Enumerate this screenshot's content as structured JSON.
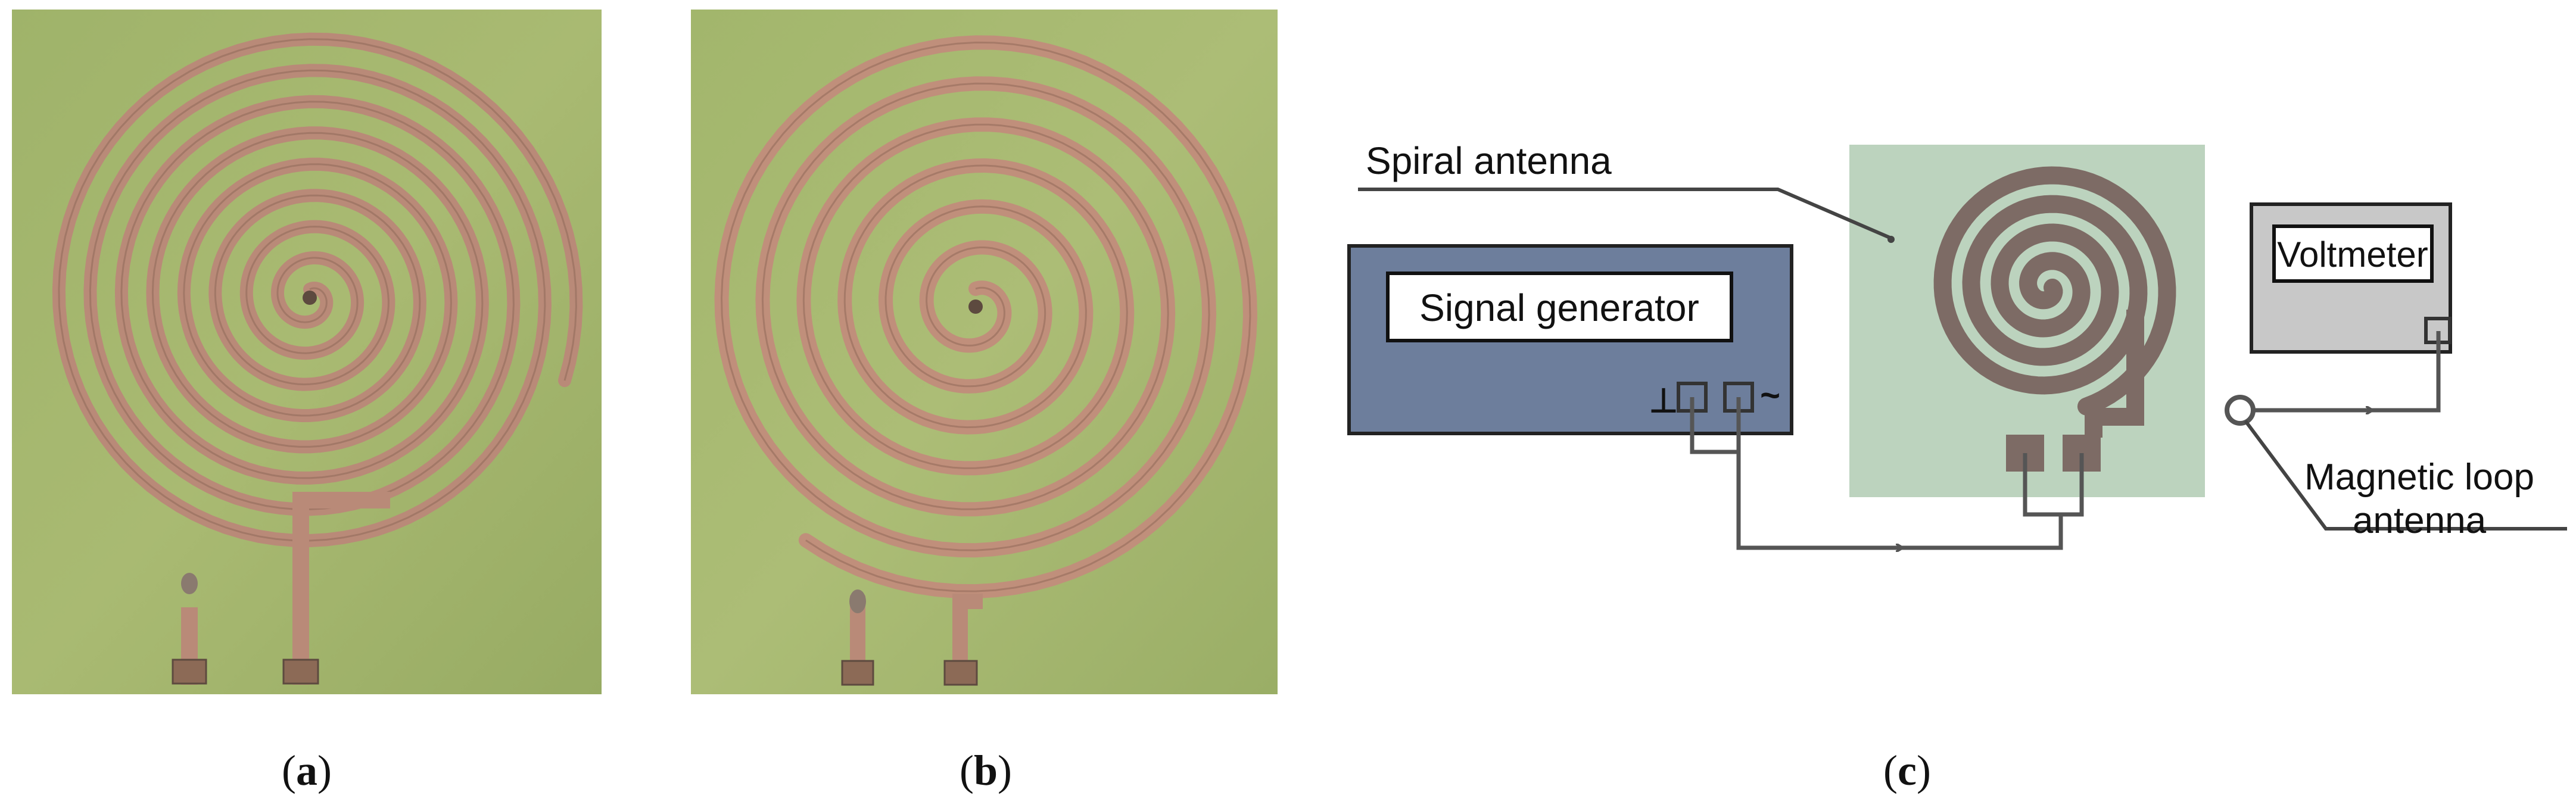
{
  "panels": {
    "a": {
      "caption_open": "(",
      "caption_letter": "a",
      "caption_close": ")"
    },
    "b": {
      "caption_open": "(",
      "caption_letter": "b",
      "caption_close": ")"
    },
    "c": {
      "caption_open": "(",
      "caption_letter": "c",
      "caption_close": ")"
    }
  },
  "diagram": {
    "spiral_antenna_label": "Spiral antenna",
    "signal_generator_label": "Signal generator",
    "voltmeter_label": "Voltmeter",
    "loop_antenna_label_line1": "Magnetic loop",
    "loop_antenna_label_line2": "antenna",
    "ground_symbol": "⊥",
    "ac_symbol": "~"
  },
  "colors": {
    "pcb_green": "#a6b86e",
    "copper": "#b98a78",
    "generator_fill": "#6d7e9c",
    "voltmeter_fill": "#c8c8c8",
    "board_fill": "#bcd3be",
    "trace": "#7d6b65",
    "wire": "#555555"
  }
}
